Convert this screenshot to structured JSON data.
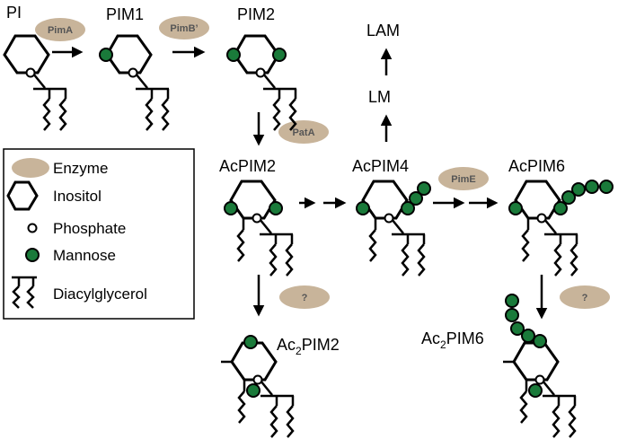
{
  "colors": {
    "enzyme": "#c8b49a",
    "mannose": "#1a7a3a",
    "line": "#000000",
    "background": "#ffffff"
  },
  "molecules": {
    "pi": "PI",
    "pim1": "PIM1",
    "pim2": "PIM2",
    "acpim2": "AcPIM2",
    "acpim4": "AcPIM4",
    "acpim6": "AcPIM6",
    "ac2pim2": {
      "prefix": "Ac",
      "sub": "2",
      "suffix": "PIM2"
    },
    "ac2pim6": {
      "prefix": "Ac",
      "sub": "2",
      "suffix": "PIM6"
    },
    "lm": "LM",
    "lam": "LAM"
  },
  "enzymes": {
    "pima": "PimA",
    "pimb": "PimB’",
    "pata": "PatA",
    "pime": "PimE",
    "unknown1": "?",
    "unknown2": "?"
  },
  "legend": {
    "enzyme": "Enzyme",
    "inositol": "Inositol",
    "phosphate": "Phosphate",
    "mannose": "Mannose",
    "diacylglycerol": "Diacylglycerol"
  }
}
